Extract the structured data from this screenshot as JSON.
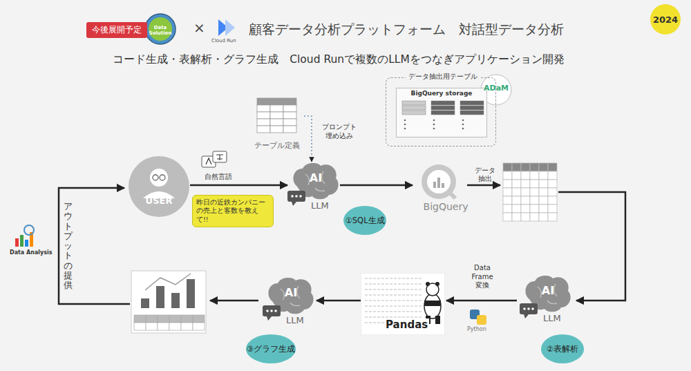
{
  "diagram": {
    "title": "顧客データ分析プラットフォーム　対話型データ分析",
    "caption": "コード生成・表解析・グラフ生成　Cloud Runで複数のLLMをつなぎアプリケーション開発",
    "nodes": [
      {
        "text": [
          "今後展開予定"
        ]
      },
      {
        "text": [
          "2024"
        ]
      },
      {
        "text": [
          "テーブル定義"
        ]
      },
      {
        "text": [
          "データ抽出用テーブル"
        ]
      },
      {
        "text": [
          "BigQuery storage"
        ],
        "in": 3
      },
      {
        "text": [
          "USER"
        ]
      },
      {
        "text": [
          "昨日の近鉄カンパニーの売上と客数を教えて!!"
        ]
      },
      {
        "text": [
          "AI",
          "LLM"
        ]
      },
      {
        "text": [
          "①SQL生成"
        ]
      },
      {
        "text": [
          "BigQuery"
        ]
      },
      {
        "text": [
          "AI",
          "LLM"
        ]
      },
      {
        "text": [
          "②表解析"
        ]
      },
      {
        "text": [
          "Pandas"
        ]
      },
      {
        "text": [
          "AI",
          "LLM"
        ]
      },
      {
        "text": [
          "③グラフ生成"
        ]
      }
    ],
    "edges": [
      {
        "from": 2,
        "to": 7,
        "label": "プロンプト 埋め込み",
        "arrow": "to"
      },
      {
        "from": 5,
        "to": 7,
        "label": "自然言語",
        "arrow": "to"
      },
      {
        "from": 7,
        "to": 9,
        "arrow": "to"
      },
      {
        "from": 10,
        "to": 12,
        "label": "Data Frame 変換",
        "arrow": "to"
      },
      {
        "from": 12,
        "to": 13,
        "arrow": "to"
      }
    ],
    "labels": [
      "Data Solution",
      "×",
      "Cloud Run",
      "ADaM",
      "データ 抽出",
      "Python",
      "アウトプットの提供",
      "Data Analysis"
    ]
  }
}
